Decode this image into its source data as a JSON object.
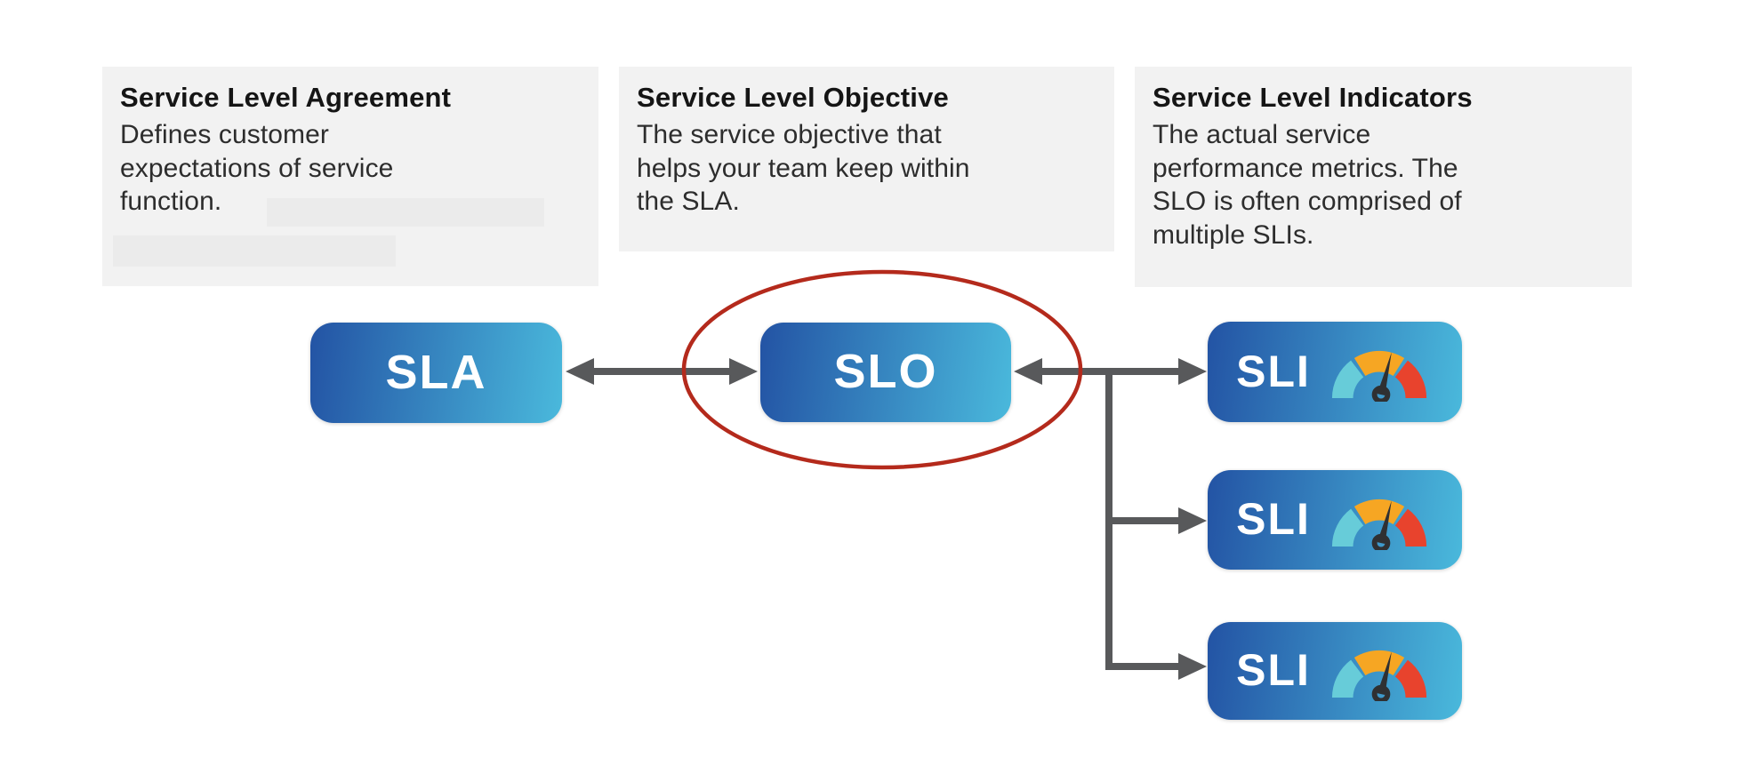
{
  "diagram": {
    "panels": [
      {
        "id": "sla",
        "title": "Service Level Agreement",
        "body": "Defines customer\nexpectations of service\nfunction."
      },
      {
        "id": "slo",
        "title": "Service Level Objective",
        "body": "The service objective that\nhelps your team keep within\nthe SLA."
      },
      {
        "id": "sli",
        "title": "Service Level Indicators",
        "body": "The actual service\nperformance metrics. The\nSLO is often comprised of\nmultiple SLIs."
      }
    ],
    "nodes": {
      "sla": "SLA",
      "slo": "SLO",
      "sli": "SLI"
    },
    "highlight": {
      "shape": "ellipse",
      "around": "SLO"
    },
    "colors": {
      "node_gradient_start": "#2353a4",
      "node_gradient_end": "#4ab9dc",
      "arrow": "#58595b",
      "highlight_ellipse": "#b42a1c",
      "panel_bg": "#f2f2f2",
      "gauge_teal": "#67ccd9",
      "gauge_orange": "#f6a623",
      "gauge_red": "#e8432d",
      "gauge_needle": "#2f3032"
    }
  }
}
